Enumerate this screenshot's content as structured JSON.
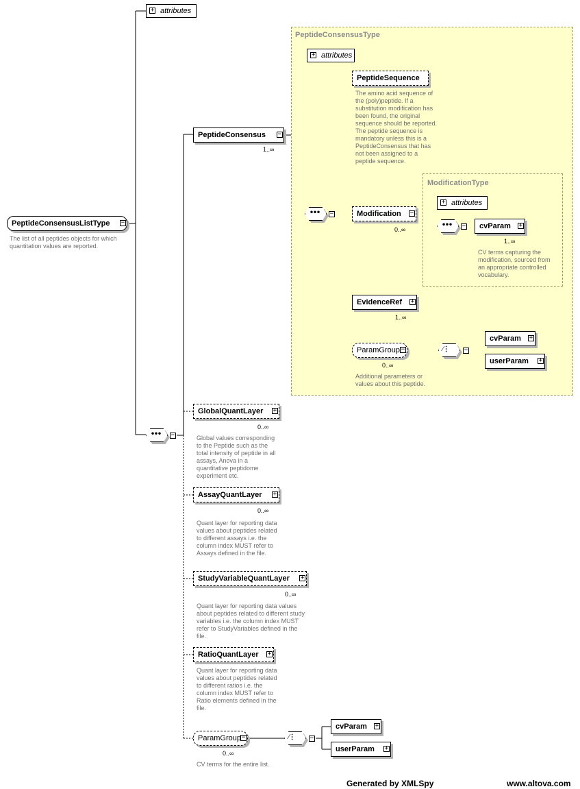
{
  "types": {
    "peptide_consensus_type": "PeptideConsensusType",
    "modification_type": "ModificationType"
  },
  "root": {
    "name": "PeptideConsensusListType",
    "doc": "The list of all peptides objects for which quantitation values are reported."
  },
  "attributes_label": "attributes",
  "peptide_consensus": {
    "name": "PeptideConsensus",
    "cardinality": "1..∞"
  },
  "peptide_sequence": {
    "name": "PeptideSequence",
    "doc": "The amino acid sequence of the (poly)peptide. If a substitution modification has been found, the original sequence should be reported. The peptide sequence is mandatory unless this is a PeptideConsensus that has not been assigned to a peptide sequence."
  },
  "modification": {
    "name": "Modification",
    "cardinality": "0..∞"
  },
  "mod_cvparam": {
    "name": "cvParam",
    "cardinality": "1..∞",
    "doc": "CV terms capturing the modification, sourced from an appropriate controlled vocabulary."
  },
  "evidence_ref": {
    "name": "EvidenceRef",
    "cardinality": "1..∞"
  },
  "param_group_inner": {
    "name": "ParamGroup",
    "cardinality": "0..∞",
    "doc": "Additional parameters or values about this peptide.",
    "cvparam": "cvParam",
    "userparam": "userParam"
  },
  "global_quant_layer": {
    "name": "GlobalQuantLayer",
    "cardinality": "0..∞",
    "doc": "Global values corresponding to the Peptide such as the total intensity of peptide in all assays, Anova in a quantitative peptidome experiment etc."
  },
  "assay_quant_layer": {
    "name": "AssayQuantLayer",
    "cardinality": "0..∞",
    "doc": "Quant layer for reporting data values about peptides related to different assays i.e. the column index MUST refer to Assays defined in the file."
  },
  "study_variable_quant_layer": {
    "name": "StudyVariableQuantLayer",
    "cardinality": "0..∞",
    "doc": "Quant layer for reporting data values about peptides related to different study variables i.e. the column index MUST refer to StudyVariables defined in the file."
  },
  "ratio_quant_layer": {
    "name": "RatioQuantLayer",
    "doc": "Quant layer for reporting data values about peptides related to different ratios i.e. the column index MUST refer to Ratio elements defined in the file."
  },
  "param_group_outer": {
    "name": "ParamGroup",
    "cardinality": "0..∞",
    "doc": "CV terms for the entire list.",
    "cvparam": "cvParam",
    "userparam": "userParam"
  },
  "footer": {
    "generated_by": "Generated by XMLSpy",
    "site": "www.altova.com"
  },
  "icons": {
    "expand": "plus-toggle-icon",
    "collapse": "minus-toggle-icon",
    "sequence": "sequence-compositor-icon",
    "choice": "choice-compositor-icon"
  },
  "colors": {
    "type_fill": "#ffffcc",
    "type_border": "#9a9a60",
    "doc_text": "#6e6e6e",
    "type_label": "#8c8c8c"
  }
}
